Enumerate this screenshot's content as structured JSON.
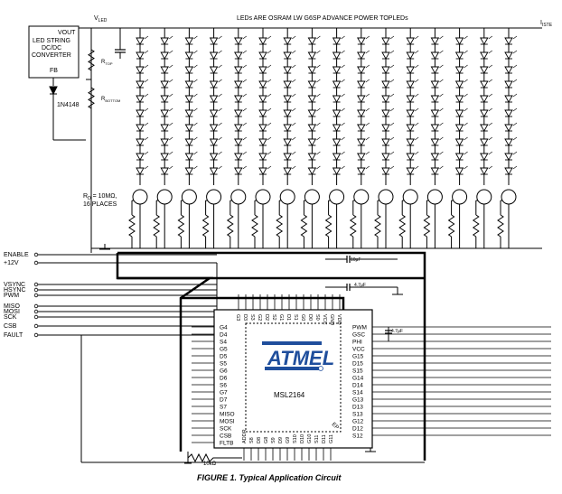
{
  "converter": {
    "lines": [
      "VOUT",
      "LED STRING",
      "DC/DC",
      "CONVERTER"
    ],
    "fb": "FB"
  },
  "vled": "V",
  "vled_sub": "LED",
  "leds_title": "LEDs ARE OSRAM LW G6SP ADVANCE POWER TOPLEDs",
  "iste": "I",
  "iste_sub": "ISTE",
  "rtop": "R",
  "rtop_sub": "TOP",
  "rbottom": "R",
  "rbottom_sub": "BOTTOM",
  "diode": "1N4148",
  "rd_label": "R",
  "rd_sub": "D",
  "rd_value": " = 10MΩ,",
  "rd_places": "16 PLACES",
  "left_signals": [
    "ENABLE",
    "+12V",
    "VSYNC",
    "HSYNC",
    "PWM",
    "MISO",
    "MOSI",
    "SCK",
    "CSB",
    "FAULT"
  ],
  "cap_top": "10µF",
  "cap_mid": "4.7µF",
  "cap_right": "4.7µF",
  "chip": {
    "name": "MSL2164",
    "brand": "ATMEL",
    "left_pins": [
      "G4",
      "D4",
      "S4",
      "G5",
      "D5",
      "S5",
      "G6",
      "D6",
      "S6",
      "G7",
      "D7",
      "S7",
      "MISO",
      "MOSI",
      "SCK",
      "CSB",
      "FLTB"
    ],
    "right_pins": [
      "PWM",
      "GSC",
      "PHI",
      "VCC",
      "G15",
      "D15",
      "S15",
      "G14",
      "D14",
      "S14",
      "G13",
      "D13",
      "S13",
      "G12",
      "D12",
      "S12"
    ],
    "top_pins": [
      "G3",
      "D3",
      "S3",
      "G2",
      "D2",
      "S2",
      "G1",
      "D1",
      "S1",
      "G0",
      "D0",
      "S0",
      "VCC",
      "GND",
      "VDD"
    ],
    "bottom_pins": [
      "ADDR",
      "S8",
      "D8",
      "G8",
      "S9",
      "D9",
      "G9",
      "S10",
      "D10",
      "G10",
      "S11",
      "D11",
      "G11"
    ],
    "ep": "EP"
  },
  "r10k": "10kΩ",
  "caption": "FIGURE 1. Typical Application Circuit"
}
